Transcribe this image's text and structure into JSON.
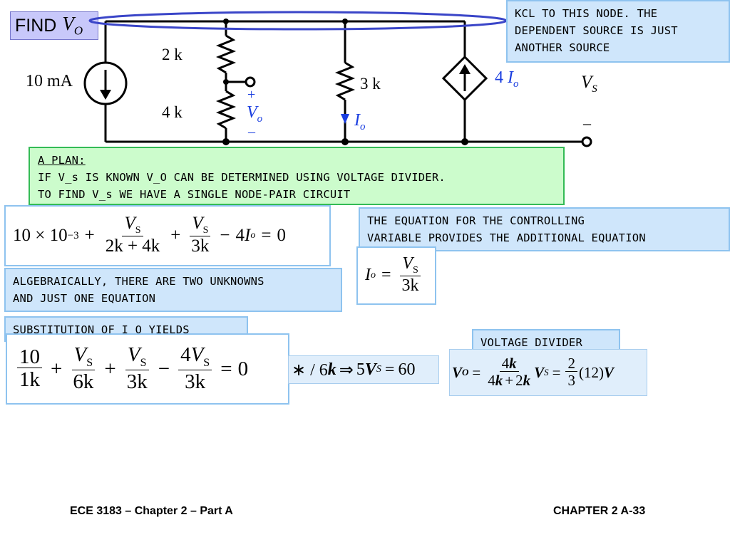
{
  "title": {
    "find_word": "FIND",
    "find_var": "V",
    "find_sub": "O"
  },
  "circuit": {
    "source_label": "10 mA",
    "r1": "2 k",
    "r2": "4 k",
    "r3": "3 k",
    "vo_plus": "+",
    "vo_minus": "–",
    "vo_var": "V",
    "vo_sub": "o",
    "io_var": "I",
    "io_sub": "o",
    "dep_coef": "4",
    "dep_var": "I",
    "dep_sub": "o",
    "vs_var": "V",
    "vs_sub": "S",
    "vs_minus": "–"
  },
  "notes": {
    "kcl": [
      "KCL TO THIS NODE. THE",
      "DEPENDENT SOURCE IS JUST",
      "ANOTHER SOURCE"
    ],
    "plan_title": "A PLAN:",
    "plan_lines": [
      "IF V_s IS KNOWN V_O CAN BE DETERMINED USING VOLTAGE DIVIDER.",
      "TO FIND V_s WE HAVE A SINGLE NODE-PAIR CIRCUIT"
    ],
    "controlling": [
      "THE EQUATION FOR THE CONTROLLING",
      "VARIABLE PROVIDES THE ADDITIONAL EQUATION"
    ],
    "algebra": [
      "ALGEBRAICALLY, THERE ARE TWO UNKNOWNS",
      "AND JUST ONE EQUATION"
    ],
    "substitution": "SUBSTITUTION OF I_O YIELDS",
    "voltage_divider": "VOLTAGE DIVIDER"
  },
  "equations": {
    "kcl": {
      "t1": "10 × 10",
      "t1_exp": "−3",
      "plus": "+",
      "minus": "−",
      "eq": "=",
      "vs": "V",
      "vs_sub": "S",
      "den1": "2k + 4k",
      "den2": "3k",
      "coef": "4",
      "io": "I",
      "io_sub": "o",
      "rhs": "0"
    },
    "io": {
      "lhs": "I",
      "lhs_sub": "o",
      "eq": "=",
      "num": "V",
      "num_sub": "S",
      "den": "3k"
    },
    "subst": {
      "f1_num": "10",
      "f1_den": "1k",
      "f2_num": "V",
      "f2_sub": "S",
      "f2_den": "6k",
      "f3_num": "V",
      "f3_sub": "S",
      "f3_den": "3k",
      "f4_coef": "4",
      "f4_num": "V",
      "f4_sub": "S",
      "f4_den": "3k",
      "plus": "+",
      "minus": "−",
      "eq": "=",
      "rhs": "0"
    },
    "mult": {
      "prefix": "∗ / 6",
      "k": "k",
      "arrow": "⇒",
      "five": "5",
      "v": "V",
      "sub": "S",
      "eq": "=",
      "rhs": "60"
    },
    "divider": {
      "lhs": "V",
      "lhs_sub": "O",
      "eq1": "=",
      "num": "4",
      "num_k": "k",
      "den_a": "4",
      "den_k1": "k",
      "den_plus": "+",
      "den_b": "2",
      "den_k2": "k",
      "vs": "V",
      "vs_sub": "S",
      "eq2": "=",
      "frac_num": "2",
      "frac_den": "3",
      "paren": "(12)",
      "unit": "V"
    }
  },
  "footer": {
    "left": "ECE 3183 – Chapter 2 – Part A",
    "right": "CHAPTER 2 A-33"
  },
  "colors": {
    "blue_note": "#cfe6fb",
    "green_note": "#ccfccc",
    "ellipse": "#3a45c8",
    "label_blue": "#1a3ee0"
  }
}
